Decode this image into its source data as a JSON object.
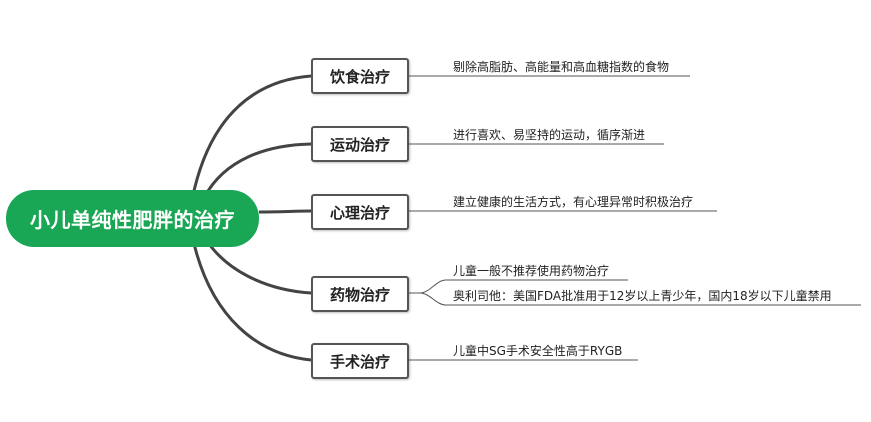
{
  "root": {
    "label": "小儿单纯性肥胖的治疗"
  },
  "branches": [
    {
      "label": "饮食治疗",
      "leaves": [
        "剔除高脂肪、高能量和高血糖指数的食物"
      ]
    },
    {
      "label": "运动治疗",
      "leaves": [
        "进行喜欢、易坚持的运动，循序渐进"
      ]
    },
    {
      "label": "心理治疗",
      "leaves": [
        "建立健康的生活方式，有心理异常时积极治疗"
      ]
    },
    {
      "label": "药物治疗",
      "leaves": [
        "儿童一般不推荐使用药物治疗",
        "奥利司他：美国FDA批准用于12岁以上青少年，国内18岁以下儿童禁用"
      ]
    },
    {
      "label": "手术治疗",
      "leaves": [
        "儿童中SG手术安全性高于RYGB"
      ]
    }
  ],
  "colors": {
    "root_fill": "#1aa755",
    "line": "#444444",
    "leaf_line": "#555555"
  }
}
